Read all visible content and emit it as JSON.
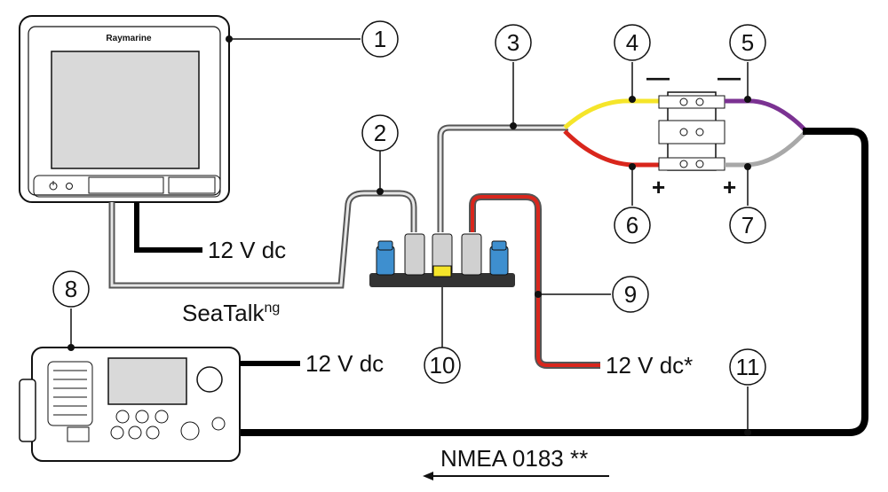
{
  "diagram": {
    "brand": "Raymarine",
    "labels": {
      "display_power": "12 V dc",
      "seatalk_main": "SeaTalk",
      "seatalk_sup": "ng",
      "radio_power": "12 V dc",
      "backbone_power": "12 V dc*",
      "nmea": "NMEA 0183 **",
      "minus": "—",
      "plus": "+"
    },
    "callouts": [
      "1",
      "2",
      "3",
      "4",
      "5",
      "6",
      "7",
      "8",
      "9",
      "10",
      "11"
    ],
    "colors": {
      "yellow": "#f5e52a",
      "red": "#d9261c",
      "purple": "#7b3292",
      "grey": "#a8a8a8",
      "blue": "#3e8fcf",
      "black": "#000000"
    }
  }
}
